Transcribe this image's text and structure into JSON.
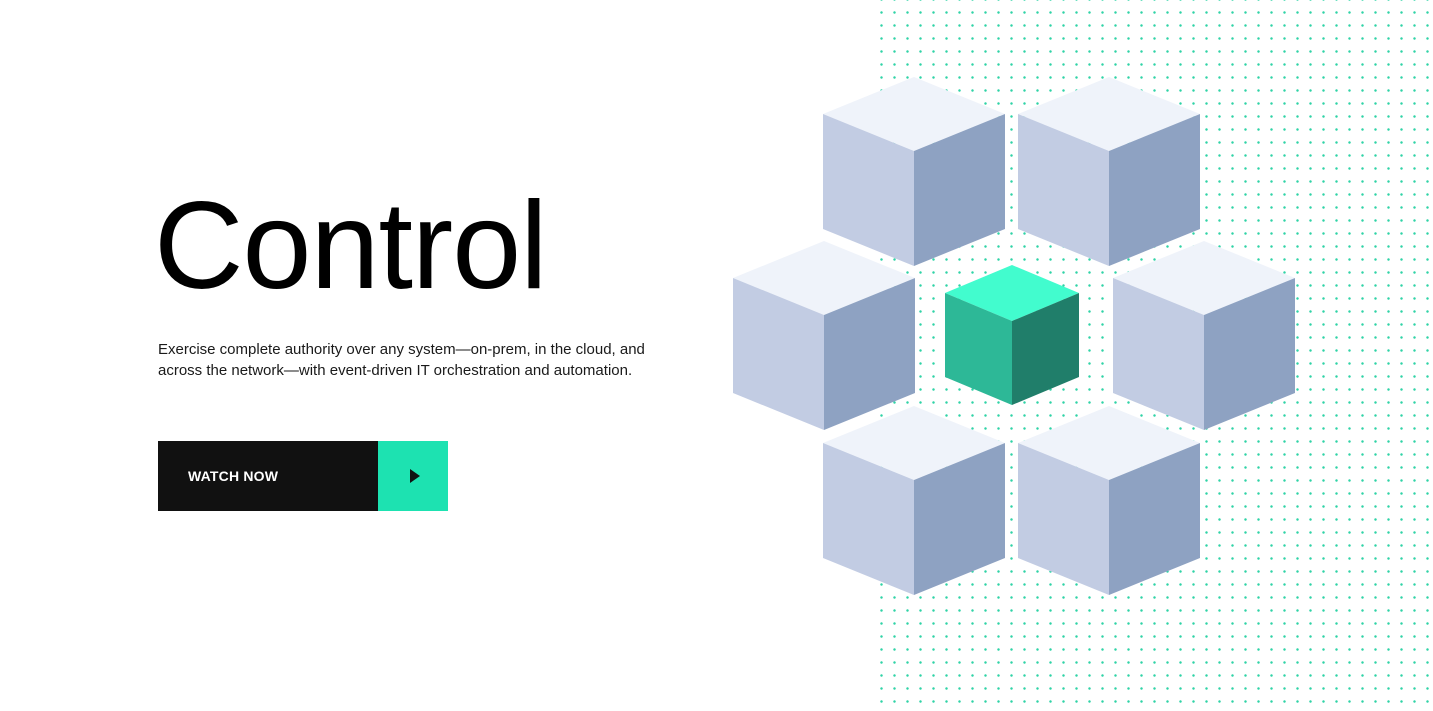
{
  "hero": {
    "title": "Control",
    "description_line1": "Exercise complete authority over any system—on-prem, in the cloud, and",
    "description_line2": "across the network—with event-driven IT orchestration and automation.",
    "cta_label": "WATCH NOW"
  },
  "icons": {
    "cta_icon": "play-icon",
    "illustration": "cube-cluster-illustration"
  },
  "colors": {
    "accent": "#1de2b1",
    "dot": "#2fd3a6",
    "cube_top": "#eff3fa",
    "cube_left": "#c2cce3",
    "cube_right": "#8ea2c2",
    "center_top": "#42fcce",
    "center_left": "#2db897",
    "center_right": "#207e6a"
  }
}
